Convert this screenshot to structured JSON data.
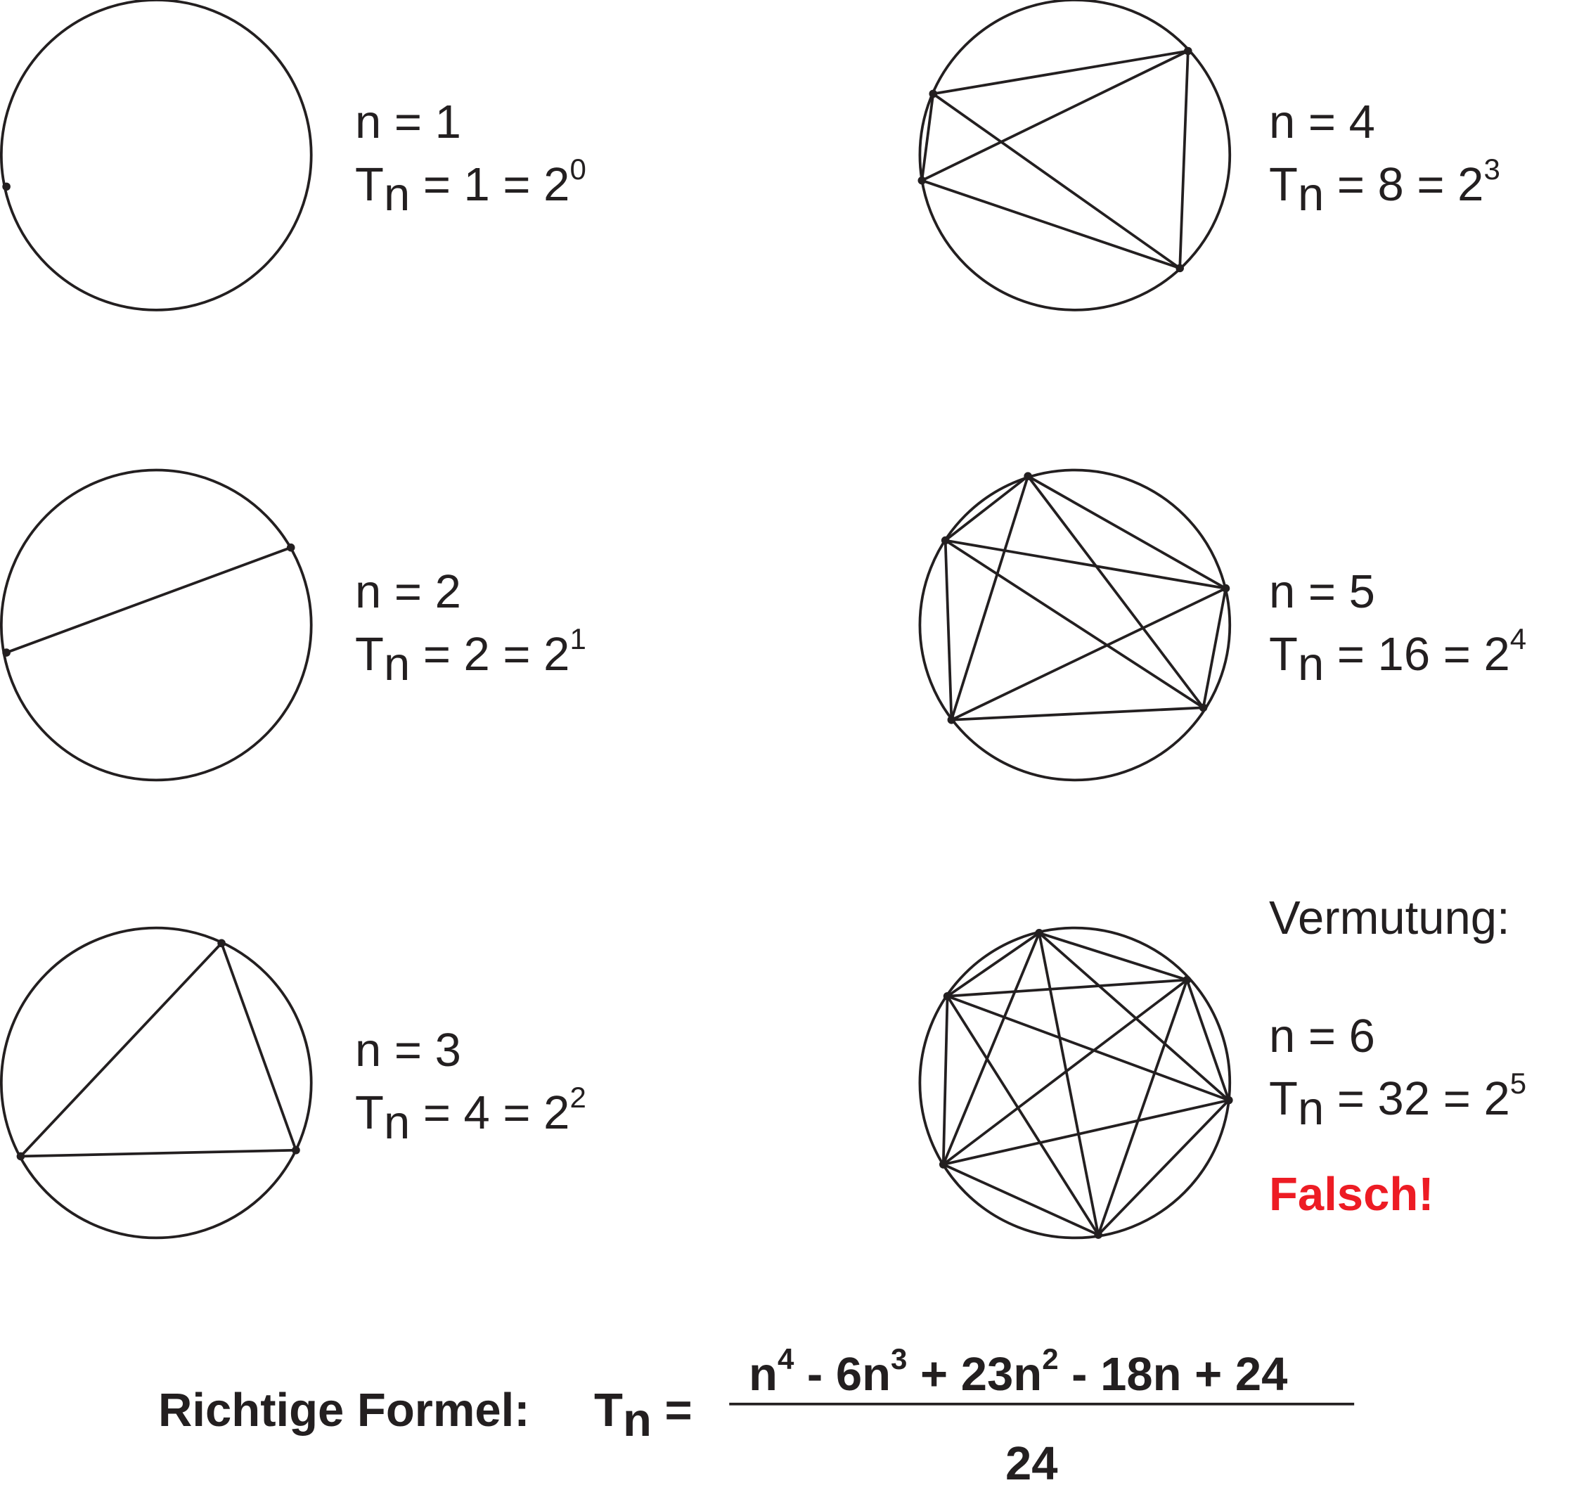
{
  "cases": [
    {
      "n_label": "n = 1",
      "t": "T",
      "t_sub": "n",
      "eq": " = 1 = 2",
      "exp": "0"
    },
    {
      "n_label": "n = 2",
      "t": "T",
      "t_sub": "n",
      "eq": " = 2 = 2",
      "exp": "1"
    },
    {
      "n_label": "n = 3",
      "t": "T",
      "t_sub": "n",
      "eq": " = 4 = 2",
      "exp": "2"
    },
    {
      "n_label": "n = 4",
      "t": "T",
      "t_sub": "n",
      "eq": " = 8 = 2",
      "exp": "3"
    },
    {
      "n_label": "n = 5",
      "t": "T",
      "t_sub": "n",
      "eq": " = 16 = 2",
      "exp": "4"
    },
    {
      "n_label": "n = 6",
      "t": "T",
      "t_sub": "n",
      "eq": " = 32 = 2",
      "exp": "5"
    }
  ],
  "conjecture_label": "Vermutung:",
  "wrong_label": "Falsch!",
  "formula": {
    "label": "Richtige Formel:",
    "lhs": "T",
    "lhs_sub": "n",
    "equals": " =",
    "numerator": {
      "p1": "n",
      "e1": "4",
      "p2": " - 6n",
      "e2": "3",
      "p3": " + 23n",
      "e3": "2",
      "p4": " - 18n + 24"
    },
    "denominator": "24"
  },
  "colors": {
    "ink": "#231f20",
    "wrong": "#ed1c24"
  }
}
